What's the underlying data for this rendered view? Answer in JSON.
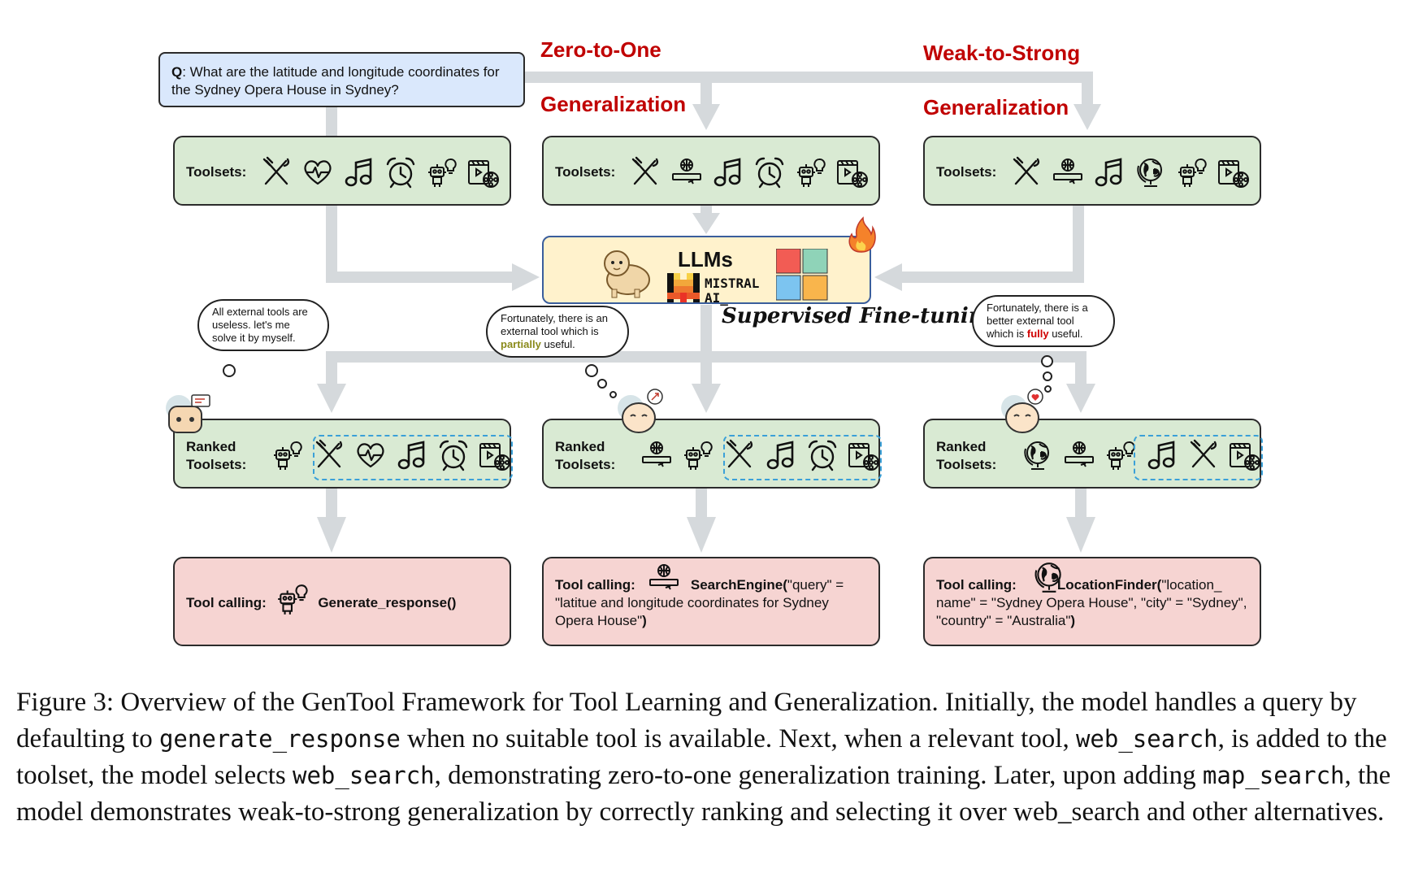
{
  "query": {
    "prefix": "Q",
    "text": ": What are the latitude and longitude coordinates for the Sydney Opera House in Sydney?"
  },
  "headings": {
    "zero_line1": "Zero-to-One",
    "zero_line2": "Generalization",
    "weak_line1": "Weak-to-Strong",
    "weak_line2": "Generalization"
  },
  "toolsets_label": "Toolsets:",
  "ranked_label_1": "Ranked",
  "ranked_label_2": "Toolsets:",
  "llm": {
    "title": "LLMs",
    "mistral_1": "MISTRAL",
    "mistral_2": "AI_"
  },
  "sft": "Supervised Fine-tuning",
  "thoughts": {
    "left": "All external tools are useless. let's me solve it by myself.",
    "mid_a": "Fortunately, there is an external tool which is ",
    "mid_b": "partially",
    "mid_c": " useful.",
    "right_a": "Fortunately, there is a better external tool which is ",
    "right_b": "fully",
    "right_c": " useful."
  },
  "calls": {
    "label": "Tool calling:",
    "left": "Generate_response()",
    "mid_fn": "SearchEngine(",
    "mid_args": "\"query\" = \"latitue and longitude coordinates for Sydney Opera House\"",
    "mid_close": ")",
    "right_fn": "LocationFinder(",
    "right_args": "\"location_ name\" = \"Sydney Opera House\", \"city\" = \"Sydney\", \"country\" = \"Australia\"",
    "right_close": ")"
  },
  "toolsets": {
    "left": [
      "fork-knife-icon",
      "heart-pulse-icon",
      "music-icon",
      "alarm-clock-icon",
      "robot-idea-icon",
      "video-reel-icon"
    ],
    "mid": [
      "fork-knife-icon",
      "web-search-icon",
      "music-icon",
      "alarm-clock-icon",
      "robot-idea-icon",
      "video-reel-icon"
    ],
    "right": [
      "fork-knife-icon",
      "web-search-icon",
      "music-icon",
      "globe-map-icon",
      "robot-idea-icon",
      "video-reel-icon"
    ]
  },
  "ranked": {
    "left": [
      "robot-idea-icon",
      "fork-knife-icon",
      "heart-pulse-icon",
      "music-icon",
      "alarm-clock-icon",
      "video-reel-icon"
    ],
    "mid": [
      "web-search-icon",
      "robot-idea-icon",
      "fork-knife-icon",
      "music-icon",
      "alarm-clock-icon",
      "video-reel-icon"
    ],
    "right": [
      "globe-map-icon",
      "web-search-icon",
      "robot-idea-icon",
      "music-icon",
      "fork-knife-icon",
      "video-reel-icon"
    ]
  },
  "colors": {
    "accent_red": "#c00000",
    "box_green": "#d9ead3",
    "box_pink": "#f6d4d2",
    "query_blue": "#dae8fc",
    "llm_yellow": "#fff2cc",
    "dash_blue": "#3aa0d8"
  },
  "caption": {
    "p1": "Figure 3: Overview of the GenTool Framework for Tool Learning and Generalization. Initially, the model handles a query by defaulting to ",
    "c1": "generate_response",
    "p2": " when no suitable tool is available. Next, when a relevant tool, ",
    "c2": "web_search",
    "p3": ", is added to the toolset, the model selects ",
    "c3": "web_search",
    "p4": ", demonstrating zero-to-one generalization training. Later, upon adding ",
    "c4": "map_search",
    "p5": ", the model demonstrates weak-to-strong generalization by correctly ranking and selecting it over web_search and other alternatives."
  }
}
